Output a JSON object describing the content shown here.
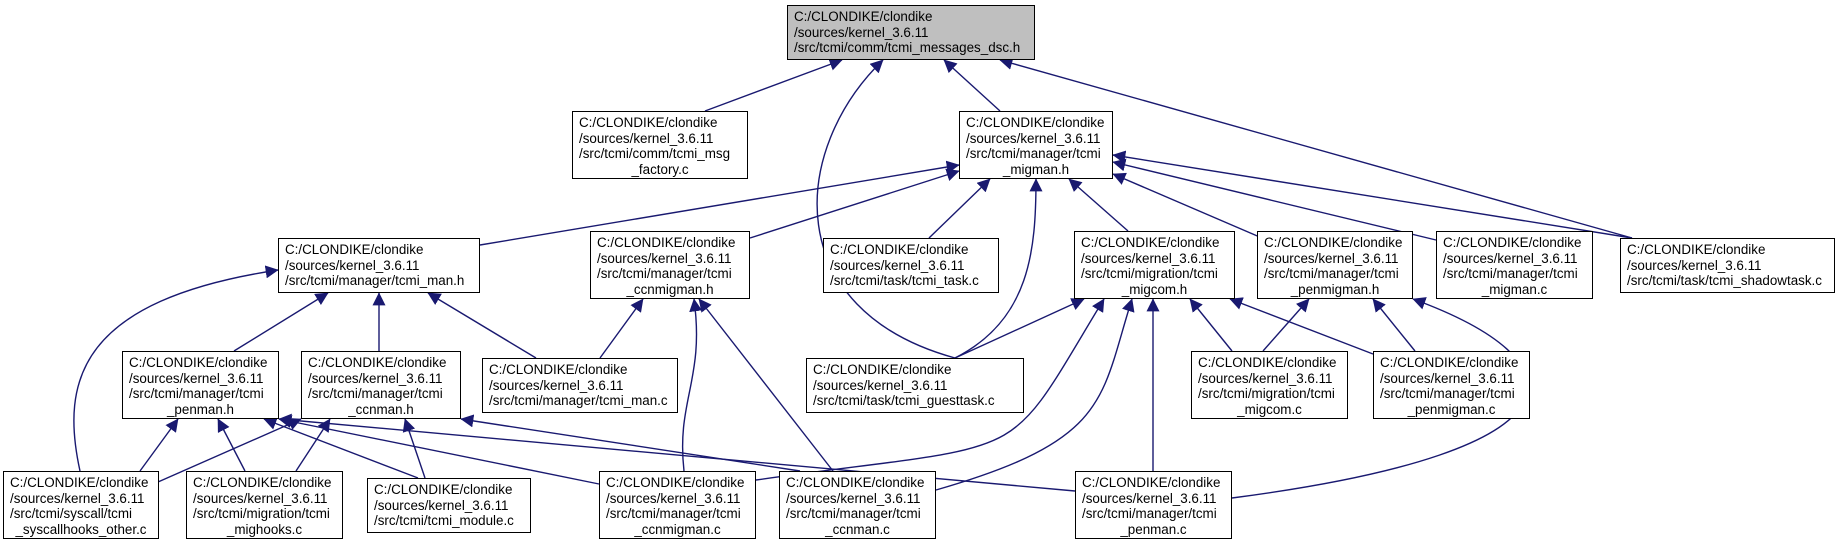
{
  "graph": {
    "edge_color": "#191970",
    "root_fill": "#bfbfbf",
    "nodes": [
      {
        "id": "messages_dsc_h",
        "lines": [
          "C:/CLONDIKE/clondike",
          "/sources/kernel_3.6.11",
          "/src/tcmi/comm/tcmi_messages_dsc.h"
        ],
        "root": true
      },
      {
        "id": "msg_factory_c",
        "lines": [
          "C:/CLONDIKE/clondike",
          "/sources/kernel_3.6.11",
          "/src/tcmi/comm/tcmi_msg",
          "_factory.c"
        ]
      },
      {
        "id": "migman_h",
        "lines": [
          "C:/CLONDIKE/clondike",
          "/sources/kernel_3.6.11",
          "/src/tcmi/manager/tcmi",
          "_migman.h"
        ]
      },
      {
        "id": "man_h",
        "lines": [
          "C:/CLONDIKE/clondike",
          "/sources/kernel_3.6.11",
          "/src/tcmi/manager/tcmi_man.h"
        ]
      },
      {
        "id": "ccnmigman_h",
        "lines": [
          "C:/CLONDIKE/clondike",
          "/sources/kernel_3.6.11",
          "/src/tcmi/manager/tcmi",
          "_ccnmigman.h"
        ]
      },
      {
        "id": "task_c",
        "lines": [
          "C:/CLONDIKE/clondike",
          "/sources/kernel_3.6.11",
          "/src/tcmi/task/tcmi_task.c"
        ]
      },
      {
        "id": "migcom_h",
        "lines": [
          "C:/CLONDIKE/clondike",
          "/sources/kernel_3.6.11",
          "/src/tcmi/migration/tcmi",
          "_migcom.h"
        ]
      },
      {
        "id": "penmigman_h",
        "lines": [
          "C:/CLONDIKE/clondike",
          "/sources/kernel_3.6.11",
          "/src/tcmi/manager/tcmi",
          "_penmigman.h"
        ]
      },
      {
        "id": "migman_c",
        "lines": [
          "C:/CLONDIKE/clondike",
          "/sources/kernel_3.6.11",
          "/src/tcmi/manager/tcmi",
          "_migman.c"
        ]
      },
      {
        "id": "shadowtask_c",
        "lines": [
          "C:/CLONDIKE/clondike",
          "/sources/kernel_3.6.11",
          "/src/tcmi/task/tcmi_shadowtask.c"
        ]
      },
      {
        "id": "penman_h",
        "lines": [
          "C:/CLONDIKE/clondike",
          "/sources/kernel_3.6.11",
          "/src/tcmi/manager/tcmi",
          "_penman.h"
        ]
      },
      {
        "id": "ccnman_h",
        "lines": [
          "C:/CLONDIKE/clondike",
          "/sources/kernel_3.6.11",
          "/src/tcmi/manager/tcmi",
          "_ccnman.h"
        ]
      },
      {
        "id": "man_c",
        "lines": [
          "C:/CLONDIKE/clondike",
          "/sources/kernel_3.6.11",
          "/src/tcmi/manager/tcmi_man.c"
        ]
      },
      {
        "id": "guesttask_c",
        "lines": [
          "C:/CLONDIKE/clondike",
          "/sources/kernel_3.6.11",
          "/src/tcmi/task/tcmi_guesttask.c"
        ]
      },
      {
        "id": "migcom_c",
        "lines": [
          "C:/CLONDIKE/clondike",
          "/sources/kernel_3.6.11",
          "/src/tcmi/migration/tcmi",
          "_migcom.c"
        ]
      },
      {
        "id": "penmigman_c",
        "lines": [
          "C:/CLONDIKE/clondike",
          "/sources/kernel_3.6.11",
          "/src/tcmi/manager/tcmi",
          "_penmigman.c"
        ]
      },
      {
        "id": "syscallhooks_other_c",
        "lines": [
          "C:/CLONDIKE/clondike",
          "/sources/kernel_3.6.11",
          "/src/tcmi/syscall/tcmi",
          "_syscallhooks_other.c"
        ]
      },
      {
        "id": "mighooks_c",
        "lines": [
          "C:/CLONDIKE/clondike",
          "/sources/kernel_3.6.11",
          "/src/tcmi/migration/tcmi",
          "_mighooks.c"
        ]
      },
      {
        "id": "module_c",
        "lines": [
          "C:/CLONDIKE/clondike",
          "/sources/kernel_3.6.11",
          "/src/tcmi/tcmi_module.c"
        ]
      },
      {
        "id": "ccnmigman_c",
        "lines": [
          "C:/CLONDIKE/clondike",
          "/sources/kernel_3.6.11",
          "/src/tcmi/manager/tcmi",
          "_ccnmigman.c"
        ]
      },
      {
        "id": "ccnman_c",
        "lines": [
          "C:/CLONDIKE/clondike",
          "/sources/kernel_3.6.11",
          "/src/tcmi/manager/tcmi",
          "_ccnman.c"
        ]
      },
      {
        "id": "penman_c",
        "lines": [
          "C:/CLONDIKE/clondike",
          "/sources/kernel_3.6.11",
          "/src/tcmi/manager/tcmi",
          "_penman.c"
        ]
      }
    ],
    "edges": [
      {
        "from": "msg_factory_c",
        "to": "messages_dsc_h"
      },
      {
        "from": "migman_h",
        "to": "messages_dsc_h"
      },
      {
        "from": "guesttask_c",
        "to": "messages_dsc_h"
      },
      {
        "from": "shadowtask_c",
        "to": "messages_dsc_h"
      },
      {
        "from": "man_h",
        "to": "migman_h"
      },
      {
        "from": "ccnmigman_h",
        "to": "migman_h"
      },
      {
        "from": "task_c",
        "to": "migman_h"
      },
      {
        "from": "guesttask_c",
        "to": "migman_h"
      },
      {
        "from": "migcom_h",
        "to": "migman_h"
      },
      {
        "from": "penmigman_h",
        "to": "migman_h"
      },
      {
        "from": "migman_c",
        "to": "migman_h"
      },
      {
        "from": "shadowtask_c",
        "to": "migman_h"
      },
      {
        "from": "penman_h",
        "to": "man_h"
      },
      {
        "from": "ccnman_h",
        "to": "man_h"
      },
      {
        "from": "man_c",
        "to": "man_h"
      },
      {
        "from": "syscallhooks_other_c",
        "to": "man_h"
      },
      {
        "from": "man_c",
        "to": "ccnmigman_h"
      },
      {
        "from": "ccnmigman_c",
        "to": "ccnmigman_h"
      },
      {
        "from": "ccnman_c",
        "to": "ccnmigman_h"
      },
      {
        "from": "guesttask_c",
        "to": "migcom_h"
      },
      {
        "from": "migcom_c",
        "to": "migcom_h"
      },
      {
        "from": "penmigman_c",
        "to": "migcom_h"
      },
      {
        "from": "ccnmigman_c",
        "to": "migcom_h"
      },
      {
        "from": "ccnman_c",
        "to": "migcom_h"
      },
      {
        "from": "penman_c",
        "to": "migcom_h"
      },
      {
        "from": "migcom_c",
        "to": "penmigman_h"
      },
      {
        "from": "penmigman_c",
        "to": "penmigman_h"
      },
      {
        "from": "penman_c",
        "to": "penmigman_h"
      },
      {
        "from": "syscallhooks_other_c",
        "to": "penman_h"
      },
      {
        "from": "mighooks_c",
        "to": "penman_h"
      },
      {
        "from": "module_c",
        "to": "penman_h"
      },
      {
        "from": "ccnmigman_c",
        "to": "penman_h"
      },
      {
        "from": "penman_c",
        "to": "penman_h"
      },
      {
        "from": "syscallhooks_other_c",
        "to": "ccnman_h"
      },
      {
        "from": "mighooks_c",
        "to": "ccnman_h"
      },
      {
        "from": "module_c",
        "to": "ccnman_h"
      },
      {
        "from": "ccnman_c",
        "to": "ccnman_h"
      }
    ]
  }
}
